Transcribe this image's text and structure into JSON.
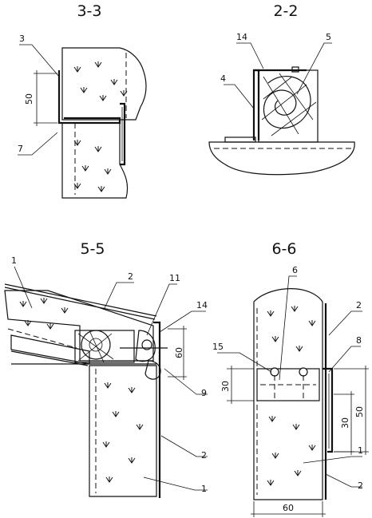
{
  "sections": {
    "s33": {
      "title": "3-3",
      "callouts": [
        "3",
        "7"
      ],
      "dims": [
        "50"
      ]
    },
    "s22": {
      "title": "2-2",
      "callouts": [
        "14",
        "5",
        "4"
      ]
    },
    "s55": {
      "title": "5-5",
      "callouts": [
        "1",
        "2",
        "11",
        "14",
        "9",
        "2",
        "1"
      ],
      "dims": [
        "60"
      ]
    },
    "s66": {
      "title": "6-6",
      "callouts": [
        "6",
        "2",
        "15",
        "8",
        "1",
        "2"
      ],
      "dims": [
        "30",
        "50",
        "30",
        "60"
      ]
    }
  }
}
